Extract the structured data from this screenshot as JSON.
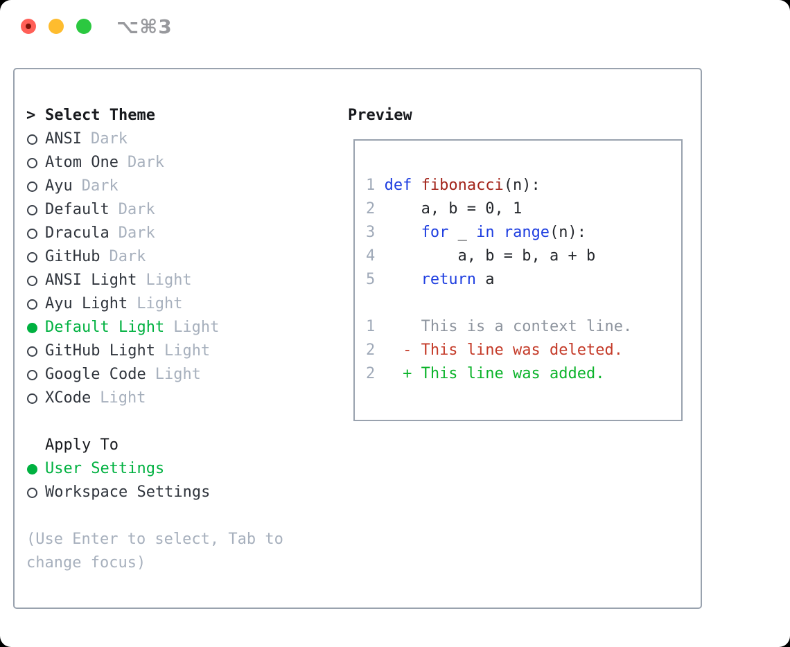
{
  "colors": {
    "border": "#99a2ae",
    "header": "#17191d",
    "item": "#2f343c",
    "muted": "#a7b0bd",
    "green": "#00b140",
    "ring": "#3b414a",
    "lnum": "#9fa9b8",
    "code": "#24272c",
    "kw": "#1e3ee0",
    "fn": "#a3251b",
    "ctx": "#8d949e",
    "del": "#c43a28",
    "add": "#0bb32a",
    "titlebar": "#98999d",
    "red-light": "#ff5f57",
    "red-dot": "#7c1309",
    "yellow-light": "#febc2e",
    "green-light": "#2bc840"
  },
  "window": {
    "title": "⌥⌘3"
  },
  "theme_picker": {
    "header_prompt": ">",
    "header": "Select Theme",
    "items": [
      {
        "name": "ANSI",
        "tag": "Dark",
        "selected": false
      },
      {
        "name": "Atom One",
        "tag": "Dark",
        "selected": false
      },
      {
        "name": "Ayu",
        "tag": "Dark",
        "selected": false
      },
      {
        "name": "Default",
        "tag": "Dark",
        "selected": false
      },
      {
        "name": "Dracula",
        "tag": "Dark",
        "selected": false
      },
      {
        "name": "GitHub",
        "tag": "Dark",
        "selected": false
      },
      {
        "name": "ANSI Light",
        "tag": "Light",
        "selected": false
      },
      {
        "name": "Ayu Light",
        "tag": "Light",
        "selected": false
      },
      {
        "name": "Default Light",
        "tag": "Light",
        "selected": true
      },
      {
        "name": "GitHub Light",
        "tag": "Light",
        "selected": false
      },
      {
        "name": "Google Code",
        "tag": "Light",
        "selected": false
      },
      {
        "name": "XCode",
        "tag": "Light",
        "selected": false
      }
    ],
    "apply_to": {
      "header": "Apply To",
      "options": [
        {
          "name": "User Settings",
          "selected": true
        },
        {
          "name": "Workspace Settings",
          "selected": false
        }
      ]
    },
    "hint_lines": [
      "(Use Enter to select, Tab to",
      "change focus)"
    ]
  },
  "preview": {
    "title": "Preview",
    "code_lines": [
      {
        "num": "1",
        "tokens": [
          {
            "t": "def",
            "c": "kw"
          },
          {
            "t": " ",
            "c": "pl"
          },
          {
            "t": "fibonacci",
            "c": "fn"
          },
          {
            "t": "(n):",
            "c": "pl"
          }
        ]
      },
      {
        "num": "2",
        "tokens": [
          {
            "t": "    a, b = 0, 1",
            "c": "pl"
          }
        ]
      },
      {
        "num": "3",
        "tokens": [
          {
            "t": "    ",
            "c": "pl"
          },
          {
            "t": "for",
            "c": "kw"
          },
          {
            "t": " _ ",
            "c": "pl"
          },
          {
            "t": "in",
            "c": "kw"
          },
          {
            "t": " ",
            "c": "pl"
          },
          {
            "t": "range",
            "c": "kw"
          },
          {
            "t": "(n):",
            "c": "pl"
          }
        ]
      },
      {
        "num": "4",
        "tokens": [
          {
            "t": "        a, b = b, a + b",
            "c": "pl"
          }
        ]
      },
      {
        "num": "5",
        "tokens": [
          {
            "t": "    ",
            "c": "pl"
          },
          {
            "t": "return",
            "c": "kw"
          },
          {
            "t": " a",
            "c": "pl"
          }
        ]
      },
      {
        "num": "",
        "tokens": []
      },
      {
        "num": "1",
        "tokens": [
          {
            "t": "    This is a context line.",
            "c": "ctx"
          }
        ]
      },
      {
        "num": "2",
        "tokens": [
          {
            "t": "  - This line was deleted.",
            "c": "del"
          }
        ]
      },
      {
        "num": "2",
        "tokens": [
          {
            "t": "  + This line was added.",
            "c": "add"
          }
        ]
      }
    ]
  }
}
